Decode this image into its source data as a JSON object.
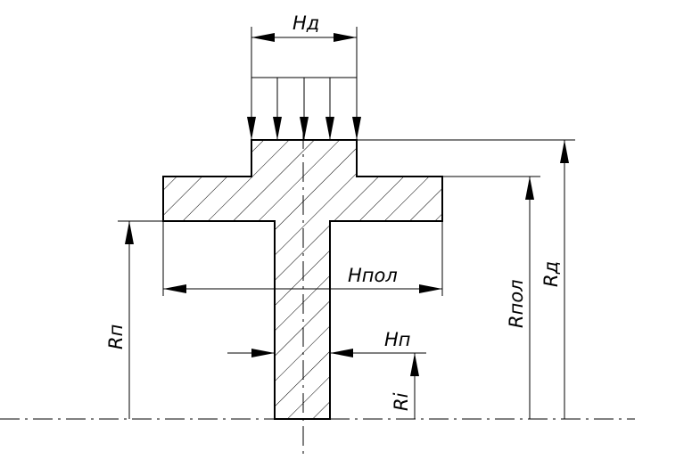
{
  "labels": {
    "hd": "Нд",
    "hpol": "Нпол",
    "hp": "Нп",
    "rp": "Rп",
    "rpol": "Rпол",
    "rd": "Rд",
    "ri": "Ri"
  }
}
